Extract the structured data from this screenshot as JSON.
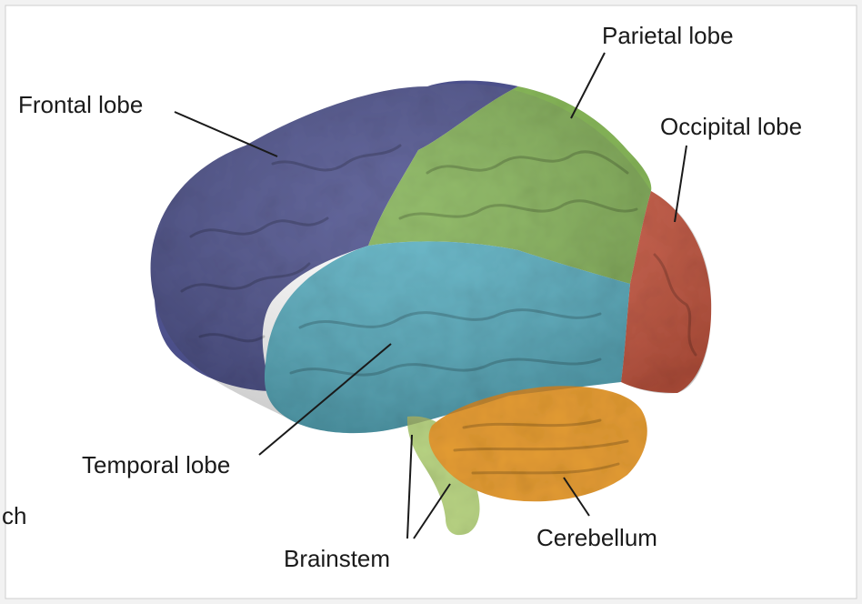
{
  "diagram": {
    "labels": {
      "frontal": "Frontal lobe",
      "parietal": "Parietal lobe",
      "occipital": "Occipital lobe",
      "temporal": "Temporal lobe",
      "brainstem": "Brainstem",
      "cerebellum": "Cerebellum",
      "cropped_fragment": "ch"
    },
    "colors": {
      "frontal": "#4f5390",
      "parietal": "#86b558",
      "occipital": "#d65e46",
      "temporal": "#5bb3c6",
      "cerebellum": "#e39b33",
      "brainstem": "#b8d383"
    }
  }
}
